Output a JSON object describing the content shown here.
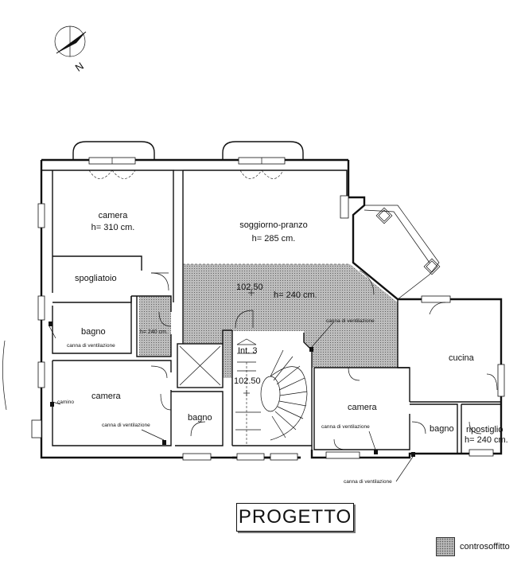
{
  "compass": {
    "north_label": "N"
  },
  "rooms": {
    "camera_top": "camera",
    "camera_top_height": "h= 310 cm.",
    "soggiorno": "soggiorno-pranzo",
    "soggiorno_height": "h= 285 cm.",
    "spogliatoio": "spogliatoio",
    "bagno_left": "bagno",
    "bagno_left_height": "h= 240 cm.",
    "camera_left": "camera",
    "bagno_mid": "bagno",
    "camera_mid": "camera",
    "bagno_right": "bagno",
    "cucina": "cucina",
    "ripostiglio": "ripostiglio",
    "ripostiglio_height": "h= 240 cm."
  },
  "levels": {
    "upper": "102.50",
    "lower": "102.50",
    "hall_height": "h= 240 cm.",
    "stair_label": "Int. 3"
  },
  "annotations": {
    "canna_1": "canna di ventilazione",
    "canna_2": "canna di ventilazione",
    "canna_3": "canna di ventilazione",
    "canna_4": "canna di ventilazione",
    "canna_5": "canna di ventilazione",
    "camino": "camino"
  },
  "title": "PROGETTO",
  "legend": {
    "label": "controsoffitto",
    "swatch_color": "#b8b8b8"
  }
}
